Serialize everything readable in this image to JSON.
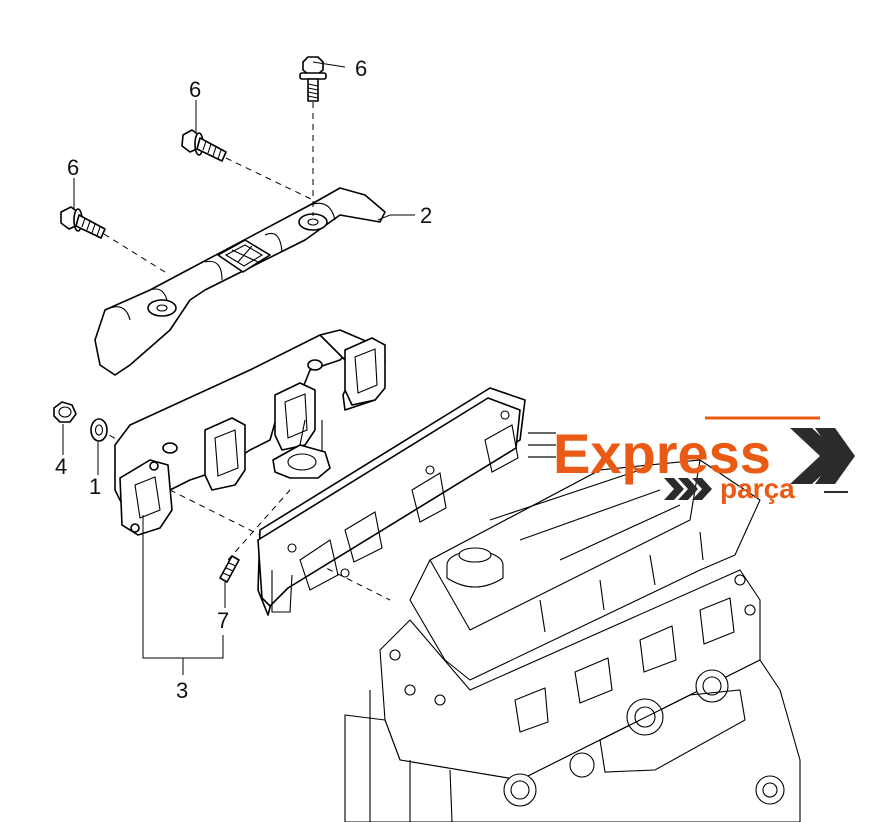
{
  "callouts": {
    "bolt_top": "6",
    "bolt_mid": "6",
    "bolt_left": "6",
    "heat_shield": "2",
    "nut": "4",
    "washer": "1",
    "stud": "7",
    "manifold_assembly": "3"
  },
  "watermark": {
    "brand": "Express",
    "sub": "parça",
    "color": "#e95b15",
    "chevron_color": "#2b2b2b"
  }
}
